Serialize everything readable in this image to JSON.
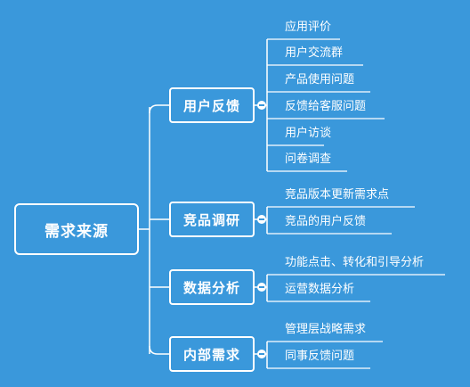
{
  "colors": {
    "background": "#3a98db",
    "line": "#ffffff"
  },
  "root": {
    "label": "需求来源"
  },
  "branches": [
    {
      "label": "用户反馈",
      "leaves": [
        "应用评价",
        "用户交流群",
        "产品使用问题",
        "反馈给客服问题",
        "用户访谈",
        "问卷调查"
      ]
    },
    {
      "label": "竞品调研",
      "leaves": [
        "竞品版本更新需求点",
        "竞品的用户反馈"
      ]
    },
    {
      "label": "数据分析",
      "leaves": [
        "功能点击、转化和引导分析",
        "运营数据分析"
      ]
    },
    {
      "label": "内部需求",
      "leaves": [
        "管理层战略需求",
        "同事反馈问题"
      ]
    }
  ]
}
